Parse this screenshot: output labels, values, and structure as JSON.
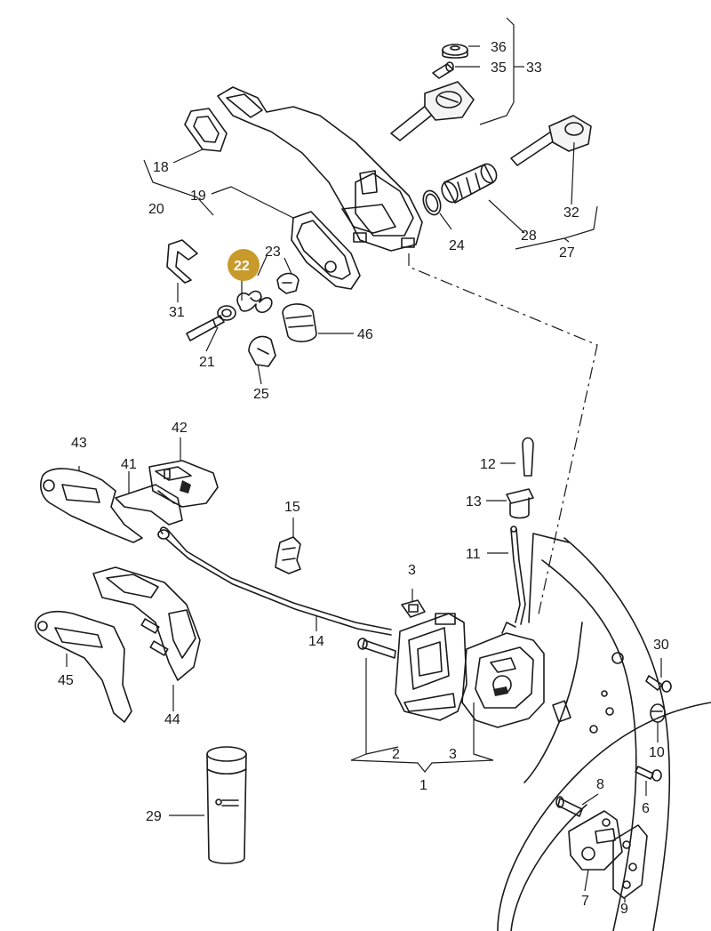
{
  "diagram": {
    "highlighted_part": "22",
    "highlight_color": "#c89a2c",
    "labels": {
      "p1": "1",
      "p2": "2",
      "p3a": "3",
      "p3b": "3",
      "p6": "6",
      "p7": "7",
      "p8": "8",
      "p9": "9",
      "p10": "10",
      "p11": "11",
      "p12": "12",
      "p13": "13",
      "p14": "14",
      "p15": "15",
      "p18": "18",
      "p19": "19",
      "p20": "20",
      "p21": "21",
      "p22": "22",
      "p23": "23",
      "p24": "24",
      "p25": "25",
      "p27": "27",
      "p28": "28",
      "p29": "29",
      "p30": "30",
      "p31": "31",
      "p32": "32",
      "p33": "33",
      "p35": "35",
      "p36": "36",
      "p41": "41",
      "p42": "42",
      "p43": "43",
      "p44": "44",
      "p45": "45",
      "p46": "46"
    }
  }
}
